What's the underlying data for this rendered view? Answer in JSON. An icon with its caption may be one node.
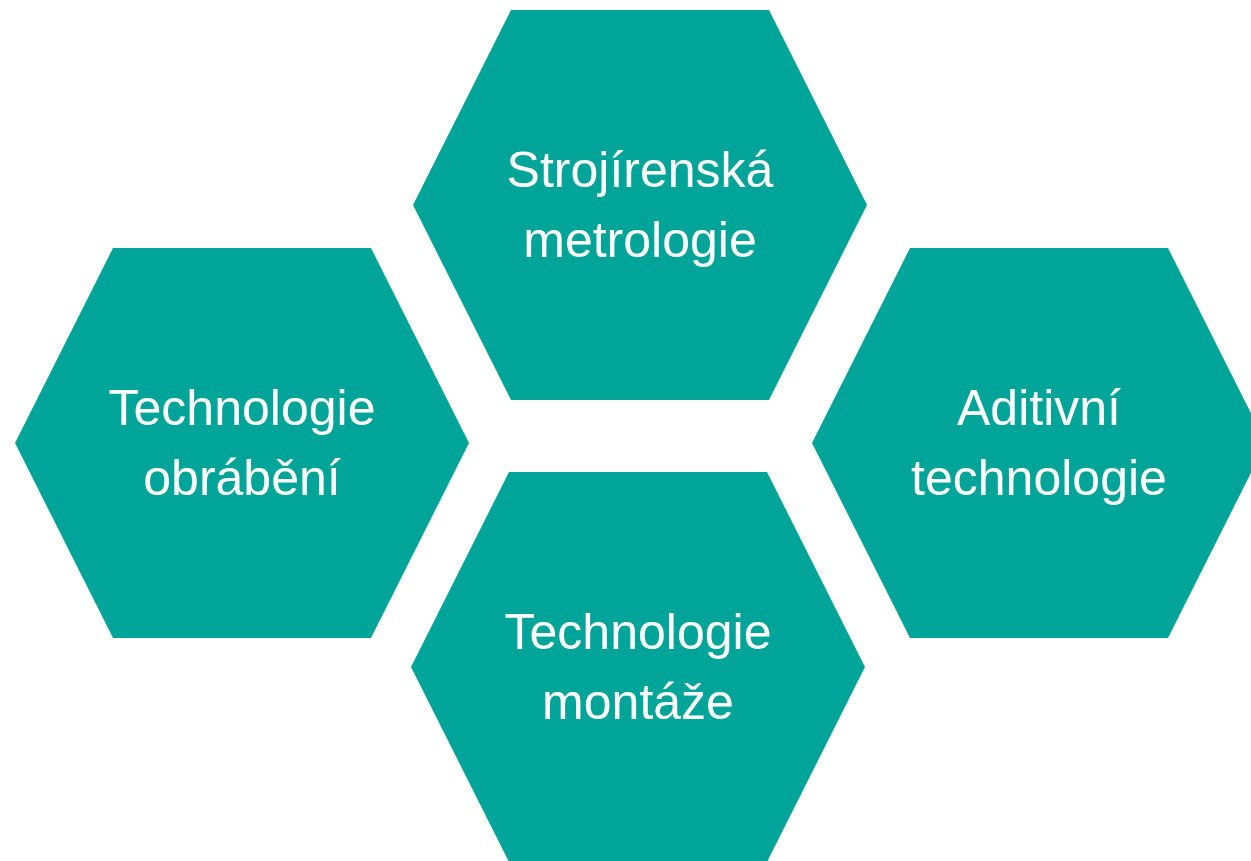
{
  "diagram": {
    "nodes": [
      {
        "text": [
          "Strojírenská metrologie"
        ]
      },
      {
        "text": [
          "Technologie obrábění"
        ]
      },
      {
        "text": [
          "Aditivní technologie"
        ]
      },
      {
        "text": [
          "Technologie montáže"
        ]
      }
    ]
  }
}
